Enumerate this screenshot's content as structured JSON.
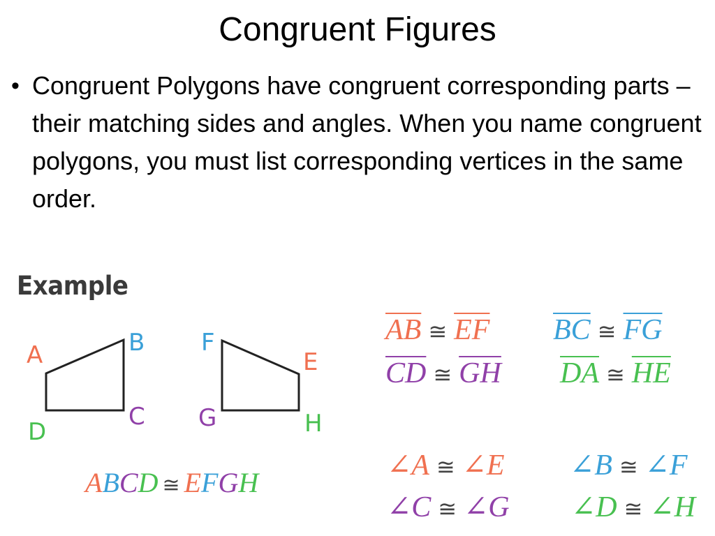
{
  "slide": {
    "title": "Congruent Figures",
    "bullet": "Congruent Polygons have congruent corresponding parts – their matching sides and angles.  When you name congruent polygons, you must list corresponding vertices in the same order.",
    "bullet_marker": "•"
  },
  "example": {
    "label": "Example",
    "congruence_symbol": "≅",
    "angle_symbol": "∠",
    "figure1": {
      "vertices": [
        {
          "name": "A",
          "color": "#f07050"
        },
        {
          "name": "B",
          "color": "#3aa0d8"
        },
        {
          "name": "C",
          "color": "#9040a8"
        },
        {
          "name": "D",
          "color": "#48c050"
        }
      ]
    },
    "figure2": {
      "vertices": [
        {
          "name": "F",
          "color": "#3aa0d8"
        },
        {
          "name": "E",
          "color": "#f07050"
        },
        {
          "name": "G",
          "color": "#9040a8"
        },
        {
          "name": "H",
          "color": "#48c050"
        }
      ]
    },
    "name_statement": {
      "left": [
        {
          "t": "A",
          "color": "#f07050"
        },
        {
          "t": "B",
          "color": "#3aa0d8"
        },
        {
          "t": "C",
          "color": "#9040a8"
        },
        {
          "t": "D",
          "color": "#48c050"
        }
      ],
      "right": [
        {
          "t": "E",
          "color": "#f07050"
        },
        {
          "t": "F",
          "color": "#3aa0d8"
        },
        {
          "t": "G",
          "color": "#9040a8"
        },
        {
          "t": "H",
          "color": "#48c050"
        }
      ]
    },
    "side_congruences": [
      {
        "left": "AB",
        "right": "EF",
        "color": "#f07050"
      },
      {
        "left": "BC",
        "right": "FG",
        "color": "#3aa0d8"
      },
      {
        "left": "CD",
        "right": "GH",
        "color": "#9040a8"
      },
      {
        "left": "DA",
        "right": "HE",
        "color": "#48c050"
      }
    ],
    "angle_congruences": [
      {
        "left": "A",
        "right": "E",
        "color": "#f07050"
      },
      {
        "left": "B",
        "right": "F",
        "color": "#3aa0d8"
      },
      {
        "left": "C",
        "right": "G",
        "color": "#9040a8"
      },
      {
        "left": "D",
        "right": "H",
        "color": "#48c050"
      }
    ]
  }
}
